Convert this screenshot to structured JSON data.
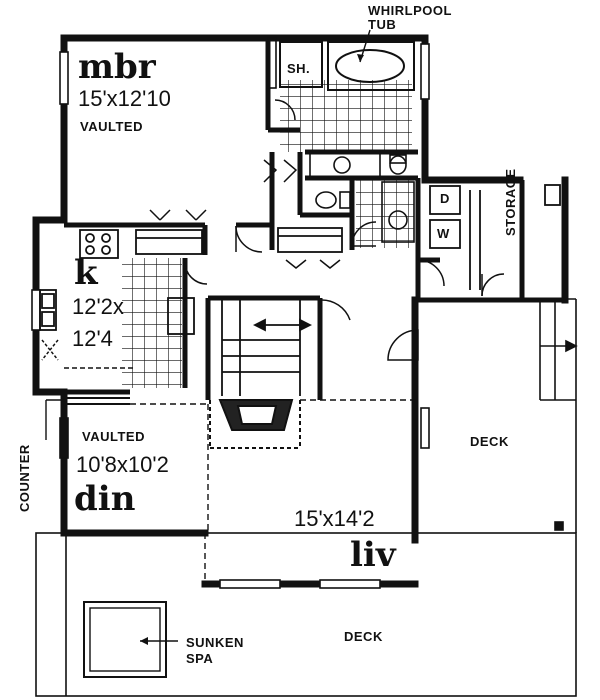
{
  "rooms": {
    "mbr": {
      "name": "mbr",
      "dims": "15'x12'10",
      "note": "VAULTED"
    },
    "kitchen": {
      "name": "k",
      "dims_line1": "12'2x",
      "dims_line2": "12'4"
    },
    "dining": {
      "name": "din",
      "dims": "10'8x10'2",
      "note": "VAULTED"
    },
    "living": {
      "name": "liv",
      "dims": "15'x14'2"
    }
  },
  "fixtures": {
    "whirlpool_line1": "WHIRLPOOL",
    "whirlpool_line2": "TUB",
    "shower": "SH.",
    "dryer": "D",
    "washer": "W",
    "storage": "STORAGE",
    "counter": "COUNTER",
    "spa_line1": "SUNKEN",
    "spa_line2": "SPA"
  },
  "decks": {
    "east": "DECK",
    "south": "DECK"
  },
  "colors": {
    "ink": "#111111",
    "paper": "#ffffff"
  }
}
